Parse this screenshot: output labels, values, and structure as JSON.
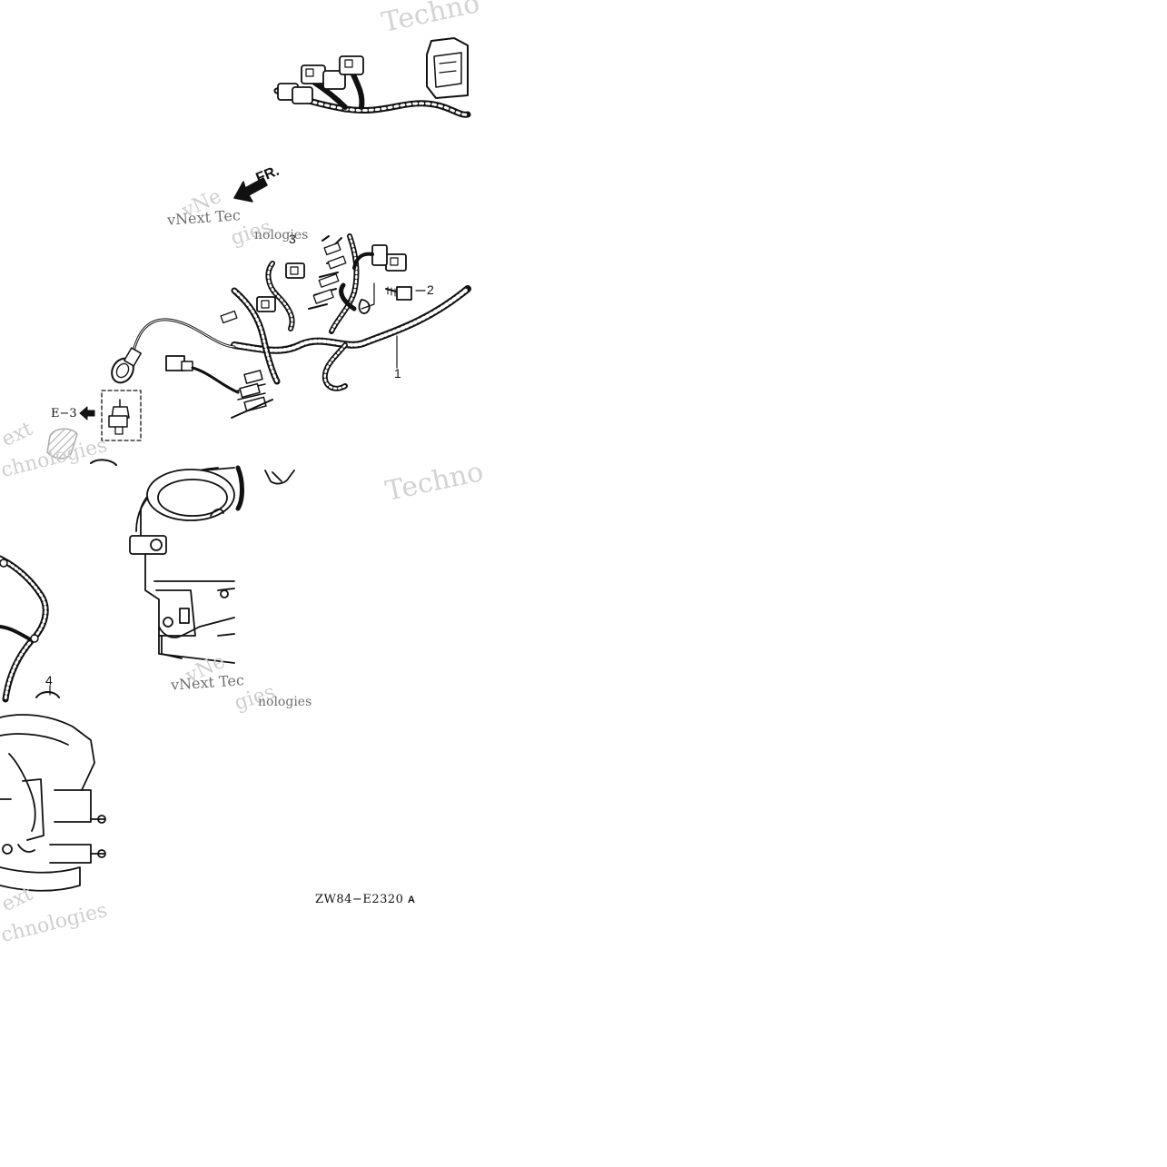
{
  "diagram": {
    "callouts": {
      "part_1": "1",
      "part_2": "2",
      "part_3": "3",
      "part_4": "4"
    },
    "reference": "E−3",
    "direction": "FR.",
    "drawing_code": "ZW84−E2320",
    "drawing_revision": "A"
  },
  "watermarks": {
    "techno_1": "Techno",
    "techno_2": "Techno",
    "vnext_1": "vNext Tec",
    "vnext_2": "vNext Tec",
    "nologies_1": "nologies",
    "nologies_2": "nologies",
    "ext_1": "ext",
    "ext_2": "ext",
    "chnologies_1": "chnologies",
    "chnologies_2": "chnologies",
    "vne_1": "vNe",
    "vne_2": "vNe",
    "gies_1": "gies",
    "gies_2": "gies"
  }
}
